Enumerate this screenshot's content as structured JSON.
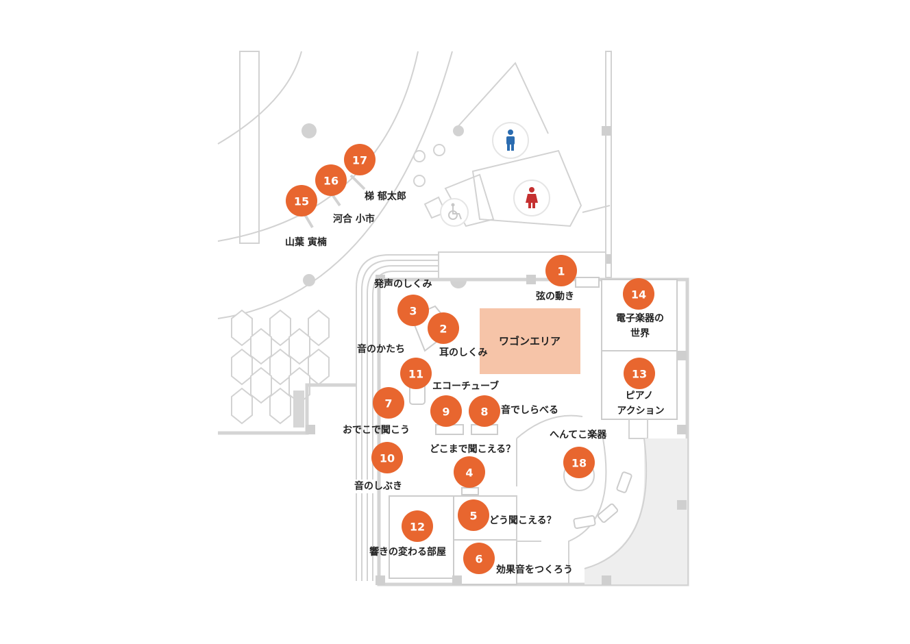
{
  "colors": {
    "accent": "#e8662f",
    "wagon_area": "#f6c4a8",
    "wall": "#d4d4d4",
    "men_icon": "#2b6cb0",
    "women_icon": "#c53030",
    "grey_zone": "#eeeeee"
  },
  "icons": {
    "men_restroom": "man-icon",
    "women_restroom": "woman-icon",
    "accessible_restroom": "wheelchair-icon"
  },
  "wagon_area": {
    "label": "ワゴンエリア"
  },
  "markers": [
    {
      "id": "1",
      "label": "弦の動き"
    },
    {
      "id": "2",
      "label": "耳のしくみ"
    },
    {
      "id": "3",
      "label": ""
    },
    {
      "id": "4",
      "label": ""
    },
    {
      "id": "5",
      "label": "どう聞こえる？"
    },
    {
      "id": "6",
      "label": "効果音をつくろう"
    },
    {
      "id": "7",
      "label": "おでこで聞こう"
    },
    {
      "id": "8",
      "label": "音でしらべる"
    },
    {
      "id": "9",
      "label": "どこまで聞こえる？"
    },
    {
      "id": "10",
      "label": "音のしぶき"
    },
    {
      "id": "11",
      "label": "エコーチューブ"
    },
    {
      "id": "12",
      "label": "響きの変わる部屋"
    },
    {
      "id": "13",
      "label_lines": [
        "ピアノ",
        "アクション"
      ]
    },
    {
      "id": "14",
      "label_lines": [
        "電子楽器の",
        "世界"
      ]
    },
    {
      "id": "15",
      "label": "山葉 寅楠"
    },
    {
      "id": "16",
      "label": "河合 小市"
    },
    {
      "id": "17",
      "label": "梯 郁太郎"
    },
    {
      "id": "18",
      "label": "へんてこ楽器"
    }
  ],
  "extra_labels": {
    "voice": "発声のしくみ",
    "sound_shape": "音のかたち"
  }
}
